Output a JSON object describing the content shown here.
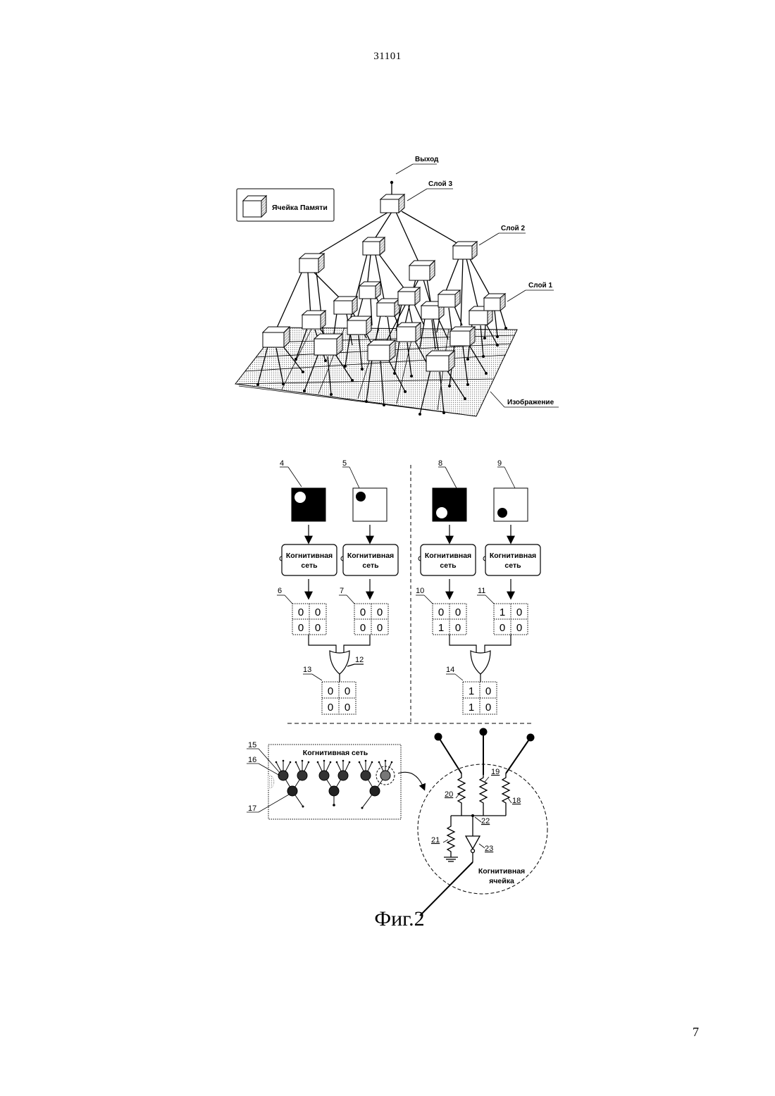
{
  "header": {
    "page_code": "31101"
  },
  "footer": {
    "page_number": "7"
  },
  "hierarchy": {
    "legend_label": "Ячейка Памяти",
    "output_label": "Выход",
    "layer3_label": "Слой 3",
    "layer2_label": "Слой 2",
    "layer1_label": "Слой 1",
    "image_label": "Изображение"
  },
  "cognitive": {
    "net_line1": "Когнитивная",
    "net_line2": "сеть",
    "net_title": "Когнитивная сеть",
    "cell_line1": "Когнитивная",
    "cell_line2": "ячейка"
  },
  "refs": {
    "r4": "4",
    "r5": "5",
    "r6": "6",
    "r7": "7",
    "r8": "8",
    "r9": "9",
    "r10": "10",
    "r11": "11",
    "r12": "12",
    "r13": "13",
    "r14": "14",
    "r15": "15",
    "r16": "16",
    "r17": "17",
    "r18": "18",
    "r19": "19",
    "r20": "20",
    "r21": "21",
    "r22": "22",
    "r23": "23"
  },
  "matrices": {
    "m6": [
      "0",
      "0",
      "0",
      "0"
    ],
    "m7": [
      "0",
      "0",
      "0",
      "0"
    ],
    "m10": [
      "0",
      "0",
      "1",
      "0"
    ],
    "m11": [
      "1",
      "0",
      "0",
      "0"
    ],
    "m13": [
      "0",
      "0",
      "0",
      "0"
    ],
    "m14": [
      "1",
      "0",
      "1",
      "0"
    ]
  },
  "caption": "Фиг.2"
}
